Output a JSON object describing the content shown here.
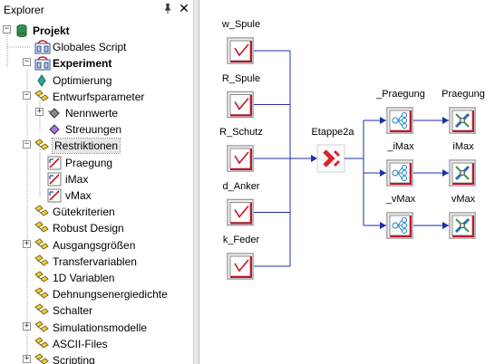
{
  "explorer": {
    "title": "Explorer",
    "pin_glyph": "📌",
    "close_glyph": "✕"
  },
  "tree": [
    {
      "key": "projekt",
      "label": "Projekt",
      "bold": true,
      "depth": 0,
      "expander": "-",
      "icon": "database-icon"
    },
    {
      "key": "globales-script",
      "label": "Globales Script",
      "bold": false,
      "depth": 1,
      "expander": "",
      "icon": "script-icon"
    },
    {
      "key": "experiment",
      "label": "Experiment",
      "bold": true,
      "depth": 1,
      "expander": "-",
      "icon": "experiment-icon"
    },
    {
      "key": "optimierung",
      "label": "Optimierung",
      "bold": false,
      "depth": 2,
      "expander": "",
      "icon": "optimization-icon"
    },
    {
      "key": "entwurfsparameter",
      "label": "Entwurfsparameter",
      "bold": false,
      "depth": 2,
      "expander": "-",
      "icon": "parameter-icon"
    },
    {
      "key": "nennwerte",
      "label": "Nennwerte",
      "bold": false,
      "depth": 3,
      "expander": "+",
      "icon": "nominal-icon"
    },
    {
      "key": "streuungen",
      "label": "Streuungen",
      "bold": false,
      "depth": 3,
      "expander": "",
      "icon": "scatter-icon"
    },
    {
      "key": "restriktionen",
      "label": "Restriktionen",
      "bold": false,
      "depth": 2,
      "expander": "-",
      "icon": "parameter-icon",
      "selected": true
    },
    {
      "key": "praegung",
      "label": "Praegung",
      "bold": false,
      "depth": 3,
      "expander": "",
      "icon": "restriction-icon"
    },
    {
      "key": "imax",
      "label": "iMax",
      "bold": false,
      "depth": 3,
      "expander": "",
      "icon": "restriction-icon"
    },
    {
      "key": "vmax",
      "label": "vMax",
      "bold": false,
      "depth": 3,
      "expander": "",
      "icon": "restriction-icon"
    },
    {
      "key": "guetekriterien",
      "label": "Gütekriterien",
      "bold": false,
      "depth": 2,
      "expander": "",
      "icon": "parameter-icon"
    },
    {
      "key": "robust-design",
      "label": "Robust Design",
      "bold": false,
      "depth": 2,
      "expander": "",
      "icon": "parameter-icon"
    },
    {
      "key": "ausgangsgroessen",
      "label": "Ausgangsgrößen",
      "bold": false,
      "depth": 2,
      "expander": "+",
      "icon": "parameter-icon"
    },
    {
      "key": "transfervariablen",
      "label": "Transfervariablen",
      "bold": false,
      "depth": 2,
      "expander": "",
      "icon": "parameter-icon"
    },
    {
      "key": "1d-variablen",
      "label": "1D Variablen",
      "bold": false,
      "depth": 2,
      "expander": "",
      "icon": "parameter-icon"
    },
    {
      "key": "dehnungsenergiedichte",
      "label": "Dehnungsenergiedichte",
      "bold": false,
      "depth": 2,
      "expander": "",
      "icon": "parameter-icon"
    },
    {
      "key": "schalter",
      "label": "Schalter",
      "bold": false,
      "depth": 2,
      "expander": "",
      "icon": "parameter-icon"
    },
    {
      "key": "simulationsmodelle",
      "label": "Simulationsmodelle",
      "bold": false,
      "depth": 2,
      "expander": "+",
      "icon": "parameter-icon"
    },
    {
      "key": "ascii-files",
      "label": "ASCII-Files",
      "bold": false,
      "depth": 2,
      "expander": "",
      "icon": "parameter-icon"
    },
    {
      "key": "scripting",
      "label": "Scripting",
      "bold": false,
      "depth": 2,
      "expander": "+",
      "icon": "parameter-icon"
    }
  ],
  "diagram": {
    "inputs": [
      {
        "key": "w-spule",
        "label": "w_Spule"
      },
      {
        "key": "r-spule",
        "label": "R_Spule"
      },
      {
        "key": "r-schutz",
        "label": "R_Schutz"
      },
      {
        "key": "d-anker",
        "label": "d_Anker"
      },
      {
        "key": "k-feder",
        "label": "k_Feder"
      }
    ],
    "hub": {
      "key": "etappe2a",
      "label": "Etappe2a"
    },
    "splits": [
      {
        "key": "split-praegung",
        "label": "_Praegung"
      },
      {
        "key": "split-imax",
        "label": "_iMax"
      },
      {
        "key": "split-vmax",
        "label": "_vMax"
      }
    ],
    "outputs": [
      {
        "key": "out-praegung",
        "label": "Praegung"
      },
      {
        "key": "out-imax",
        "label": "iMax"
      },
      {
        "key": "out-vmax",
        "label": "vMax"
      }
    ],
    "colors": {
      "connector": "#1f2fa8",
      "input_check": "#c0162a",
      "hub_accent": "#d8262e",
      "split_icon": "#1a82c4",
      "output_icon": "#2a6fa8"
    }
  }
}
